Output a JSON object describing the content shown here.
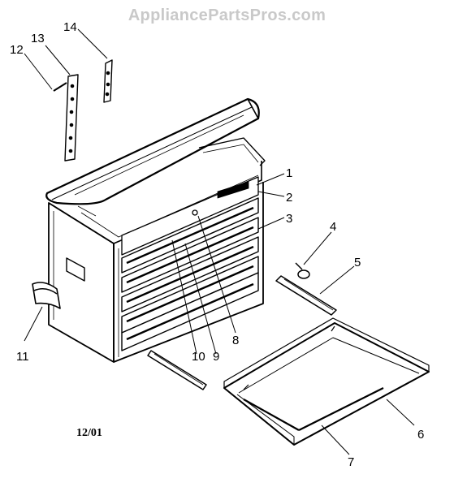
{
  "watermark": "AppliancePartsPros.com",
  "date_code": "12/01",
  "callouts": [
    {
      "label": "1",
      "part": "1"
    },
    {
      "label": "2",
      "part": "2"
    },
    {
      "label": "3",
      "part": "3"
    },
    {
      "label": "4",
      "part": "4"
    },
    {
      "label": "5",
      "part": "5"
    },
    {
      "label": "6",
      "part": "6"
    },
    {
      "label": "7",
      "part": "7"
    },
    {
      "label": "8",
      "part": "8"
    },
    {
      "label": "9",
      "part": "9"
    },
    {
      "label": "10",
      "part": "10"
    },
    {
      "label": "11",
      "part": "11"
    },
    {
      "label": "12",
      "part": "12"
    },
    {
      "label": "13",
      "part": "13"
    },
    {
      "label": "14",
      "part": "14"
    }
  ],
  "colors": {
    "line": "#000000",
    "watermark": "#c9c9c9",
    "background": "#ffffff"
  }
}
